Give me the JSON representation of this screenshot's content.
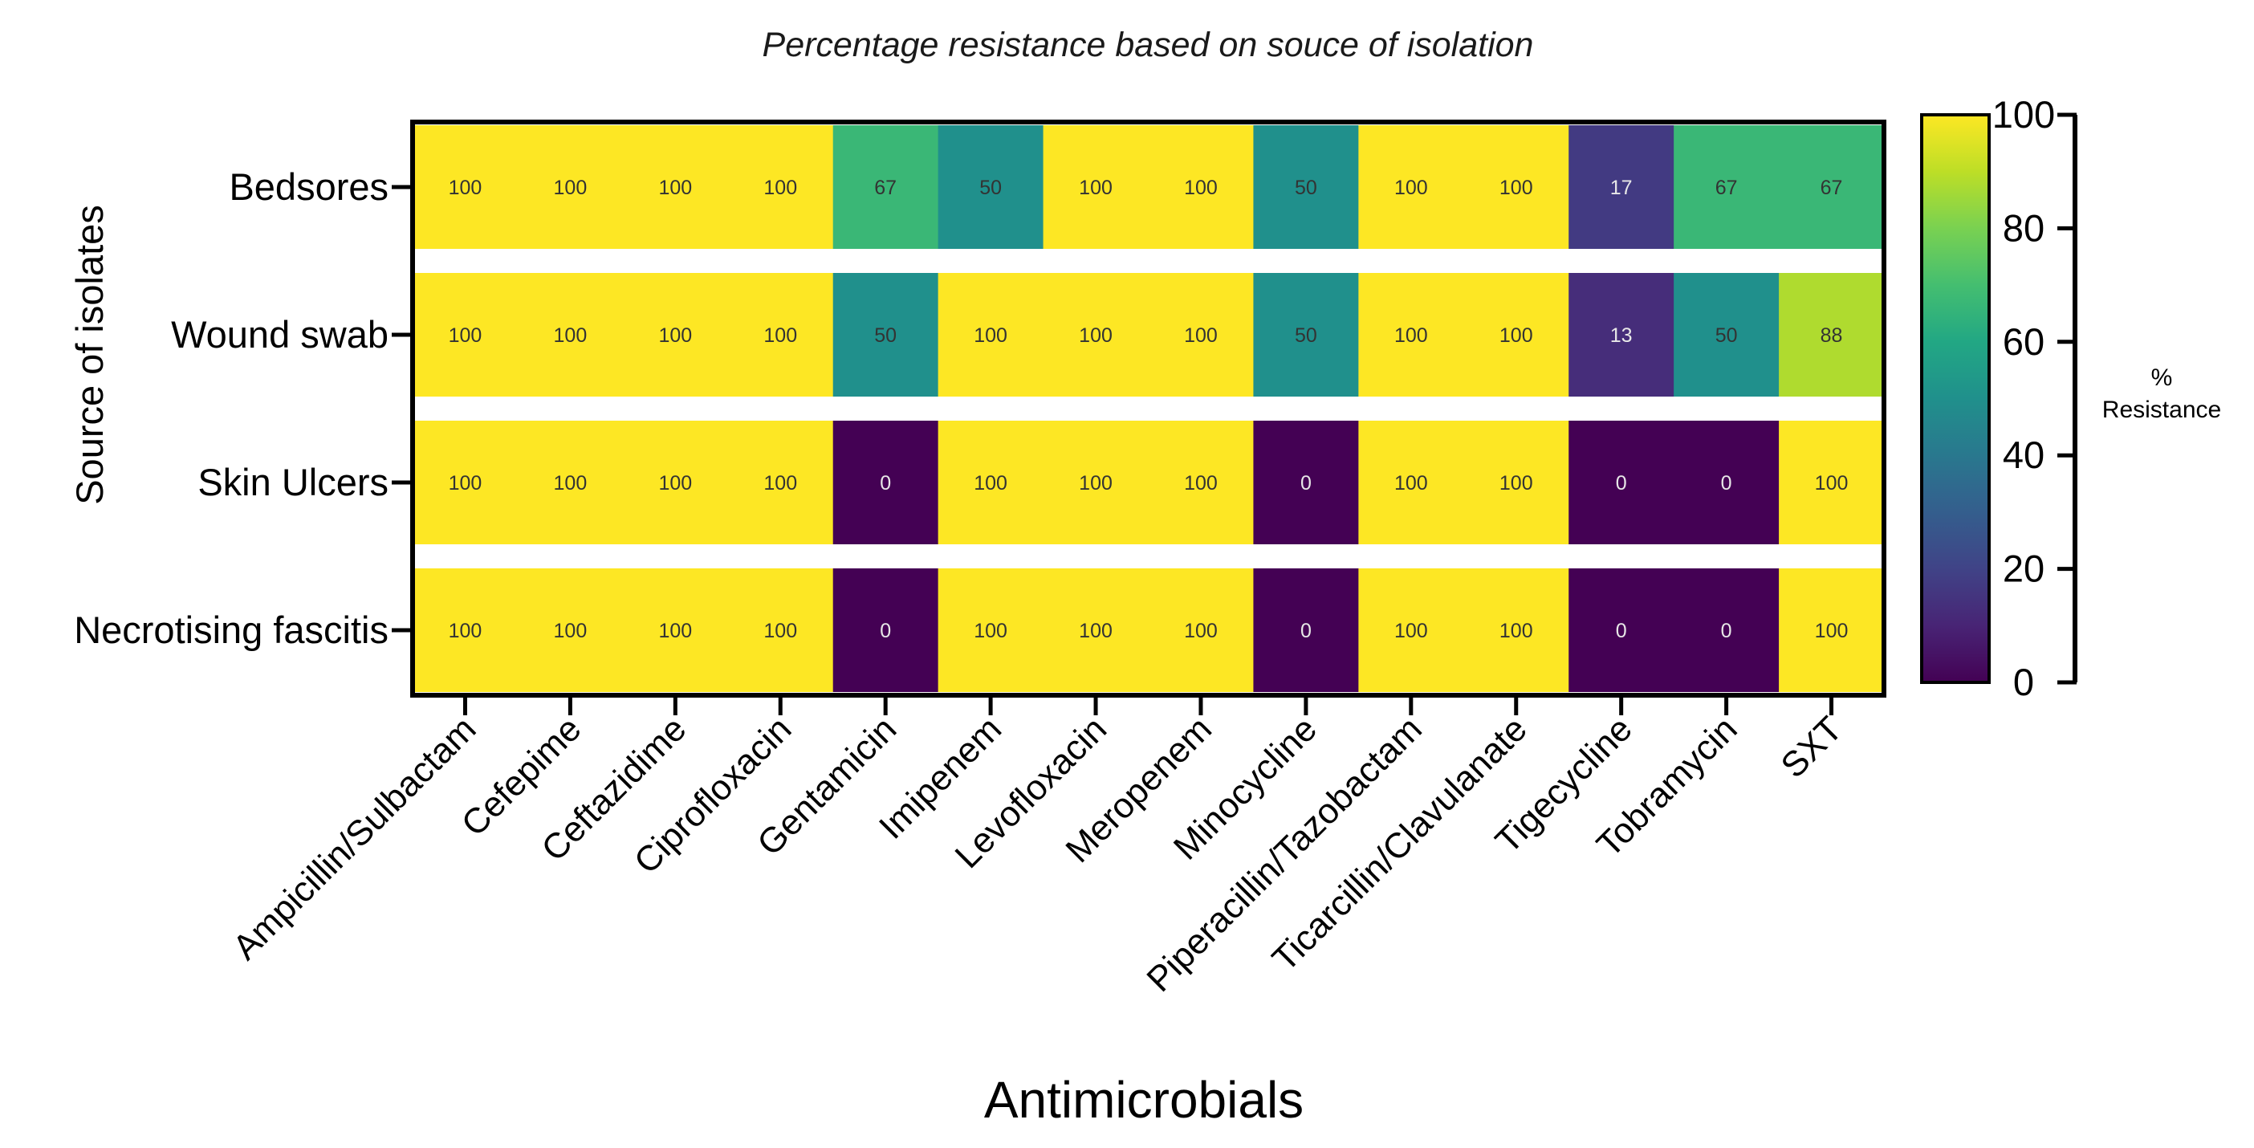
{
  "chart_data": {
    "type": "heatmap",
    "title": "Percentage resistance based on souce of isolation",
    "xlabel": "Antimicrobials",
    "ylabel": "Source of isolates",
    "rows": [
      "Bedsores",
      "Wound swab",
      "Skin Ulcers",
      "Necrotising fascitis"
    ],
    "columns": [
      "Ampicillin/Sulbactam",
      "Cefepime",
      "Ceftazidime",
      "Ciprofloxacin",
      "Gentamicin",
      "Imipenem",
      "Levofloxacin",
      "Meropenem",
      "Minocycline",
      "Piperacillin/Tazobactam",
      "Ticarcillin/Clavulanate",
      "Tigecycline",
      "Tobramycin",
      "SXT"
    ],
    "values": [
      [
        100,
        100,
        100,
        100,
        67,
        50,
        100,
        100,
        50,
        100,
        100,
        17,
        67,
        67
      ],
      [
        100,
        100,
        100,
        100,
        50,
        100,
        100,
        100,
        50,
        100,
        100,
        13,
        50,
        88
      ],
      [
        100,
        100,
        100,
        100,
        0,
        100,
        100,
        100,
        0,
        100,
        100,
        0,
        0,
        100
      ],
      [
        100,
        100,
        100,
        100,
        0,
        100,
        100,
        100,
        0,
        100,
        100,
        0,
        0,
        100
      ]
    ],
    "colorbar": {
      "title_line1": "%",
      "title_line2": "Resistance",
      "range": [
        0,
        100
      ],
      "ticks": [
        "0",
        "20",
        "40",
        "60",
        "80",
        "100"
      ],
      "colormap": "viridis"
    }
  }
}
